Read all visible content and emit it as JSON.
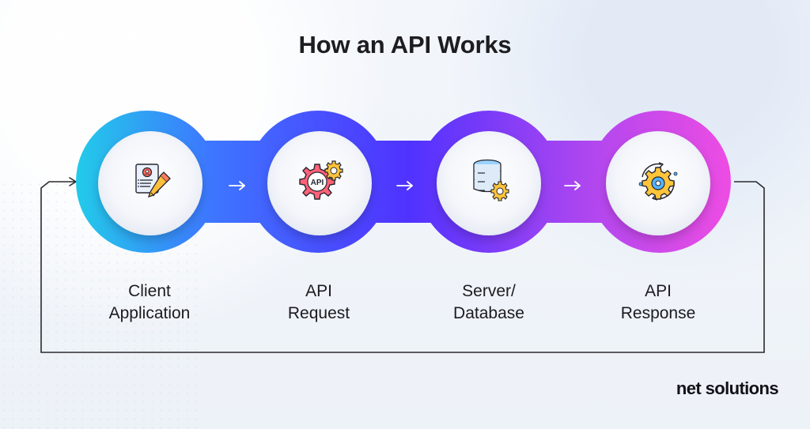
{
  "title": "How an API Works",
  "steps": [
    {
      "label": "Client\nApplication",
      "icon": "client-document-icon"
    },
    {
      "label": "API\nRequest",
      "icon": "api-gear-icon",
      "icon_text": "API"
    },
    {
      "label": "Server/\nDatabase",
      "icon": "server-database-icon"
    },
    {
      "label": "API\nResponse",
      "icon": "response-cycle-gear-icon"
    }
  ],
  "logo_text": "net solutions",
  "colors": {
    "gradient_start": "#23c8e8",
    "gradient_mid": "#4f34ff",
    "gradient_end": "#f14de4",
    "text": "#1d1d21",
    "line": "#2a2a2d"
  }
}
